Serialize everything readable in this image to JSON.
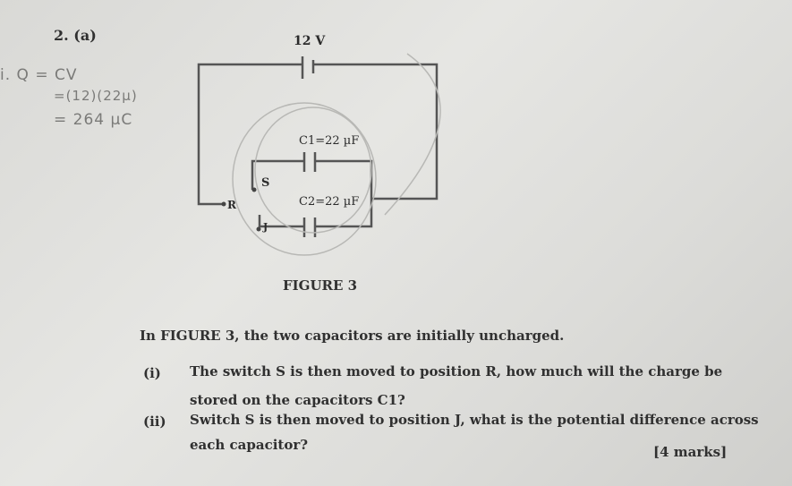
{
  "question_number": "2. (a)",
  "figure": {
    "caption": "FIGURE 3",
    "battery_label": "12 V",
    "c1_label": "C1=22 µF",
    "c2_label": "C2=22 µF",
    "switch_label": "S",
    "terminal_r": "R",
    "terminal_j": "J"
  },
  "handwriting": {
    "line1": "i. Q = CV",
    "line2": "=(12)(22µ)",
    "line3": "= 264 µC"
  },
  "question": {
    "intro": "In FIGURE 3, the two capacitors are initially uncharged.",
    "part_i_label": "(i)",
    "part_i_line1": "The switch S is then moved to position R, how much will the charge be",
    "part_i_line2": "stored on the capacitors C1?",
    "part_ii_label": "(ii)",
    "part_ii_line1": "Switch S is then moved to position J, what is the potential difference across",
    "part_ii_line2": "each capacitor?",
    "marks": "[4 marks]"
  }
}
